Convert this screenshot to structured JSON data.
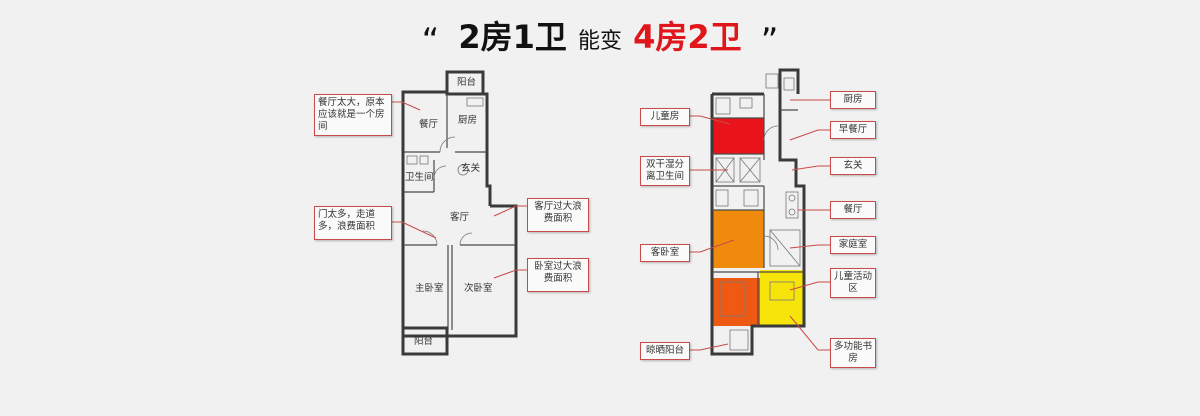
{
  "title": {
    "open_quote": "“",
    "before": "2房1卫",
    "middle": "能变",
    "after": "4房2卫",
    "close_quote": "”"
  },
  "colors": {
    "accent_red": "#e0161b",
    "callout_border": "#c94a4a",
    "room_red": "#e8141a",
    "room_orange": "#f08a0c",
    "room_deep_orange": "#ee5a14",
    "room_yellow": "#f7e40a"
  },
  "left_plan": {
    "rooms": {
      "balcony_top": "阳台",
      "dining": "餐厅",
      "kitchen": "厨房",
      "bathroom": "卫生间",
      "foyer": "玄关",
      "living": "客厅",
      "master": "主卧室",
      "second": "次卧室",
      "balcony_bottom": "阳台"
    },
    "callouts": {
      "dining_note": "餐厅太大，原本应该就是一个房间",
      "doors_note": "门太多，走道多，浪费面积",
      "living_note": "客厅过大浪费面积",
      "bedroom_note": "卧室过大浪费面积"
    }
  },
  "right_plan": {
    "callouts": {
      "kids_room": "儿童房",
      "dual_bath": "双干湿分离卫生间",
      "guest_bedroom": "客卧室",
      "drying_balcony": "晾晒阳台",
      "kitchen": "厨房",
      "breakfast": "早餐厅",
      "foyer": "玄关",
      "dining": "餐厅",
      "family_room": "家庭室",
      "kids_activity": "儿童活动区",
      "study": "多功能书房"
    }
  }
}
